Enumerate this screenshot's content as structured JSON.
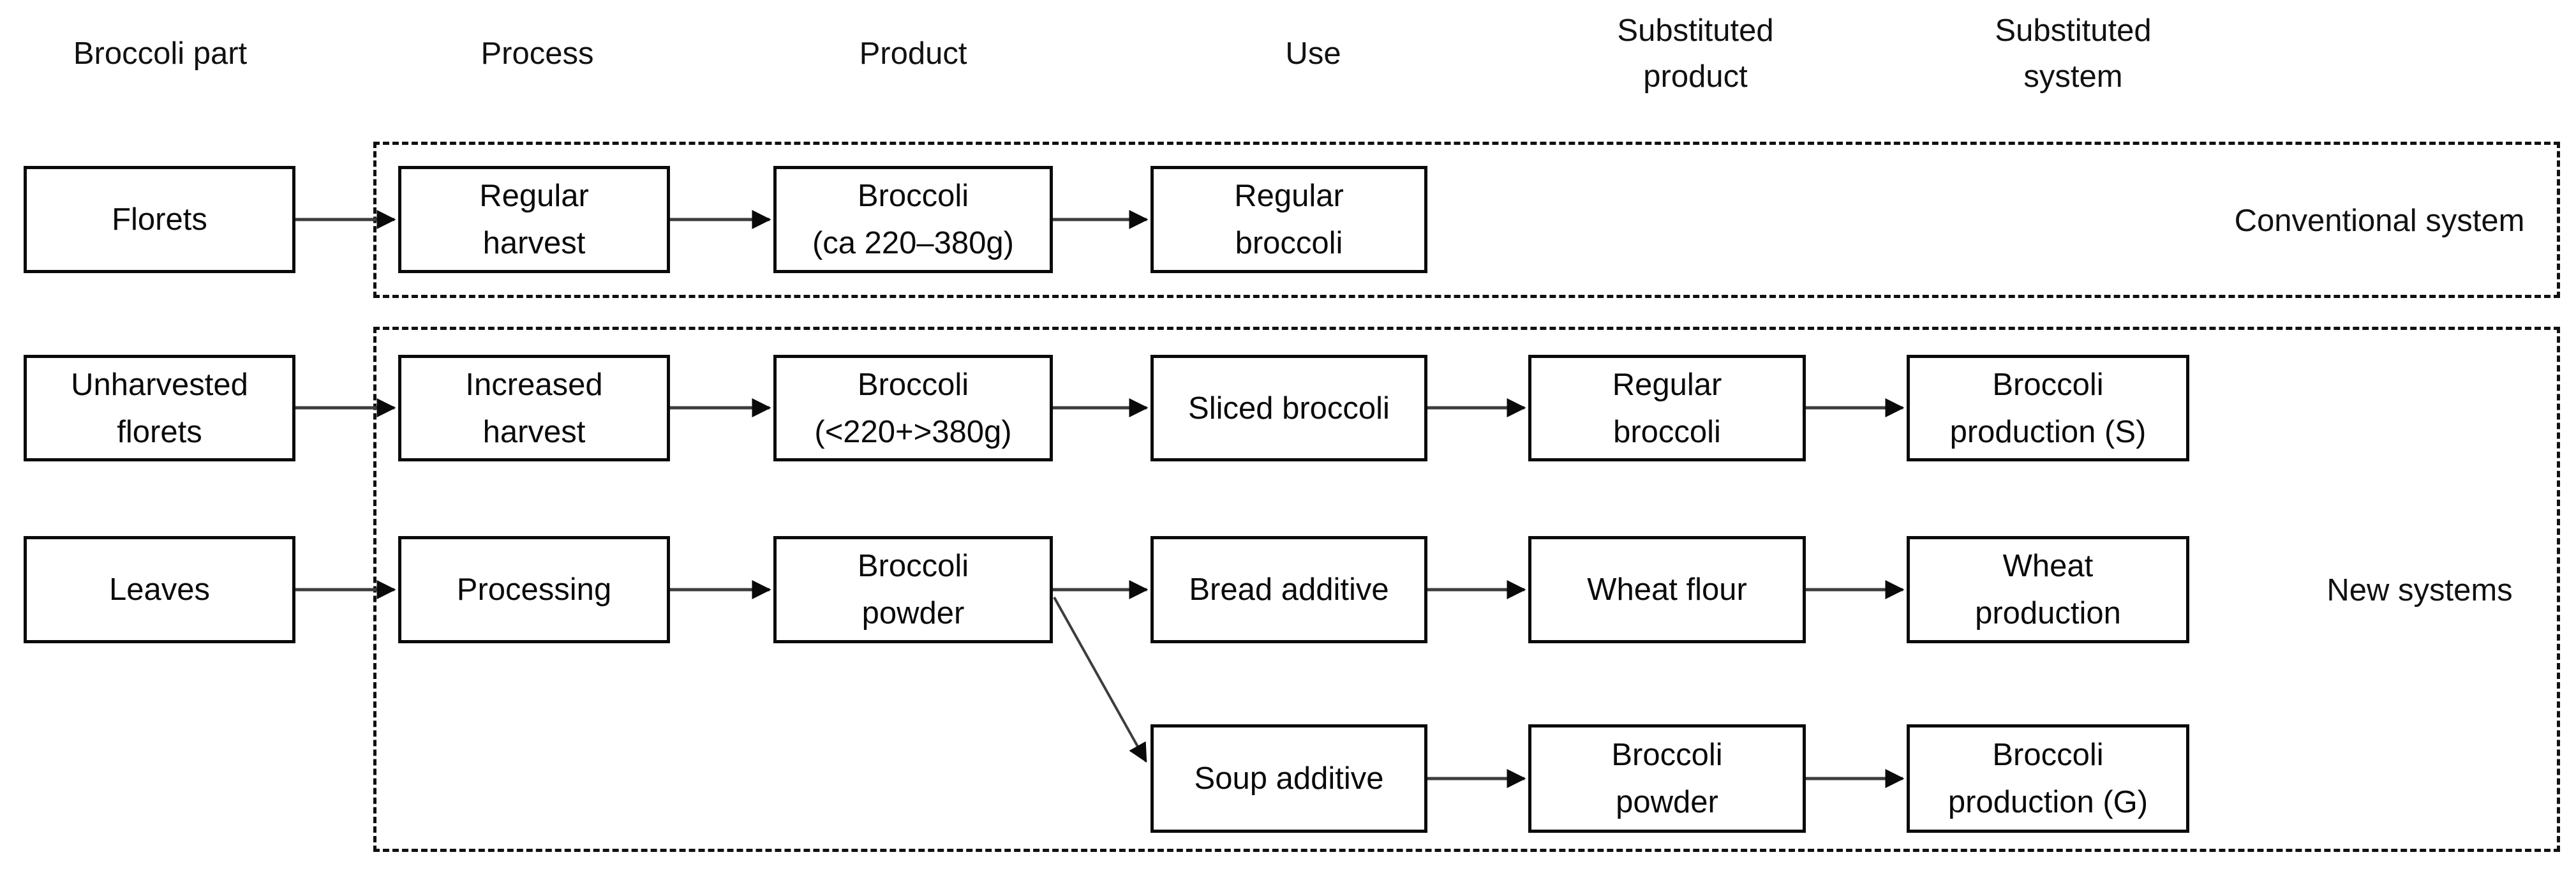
{
  "columns": [
    {
      "label": "Broccoli part"
    },
    {
      "label": "Process"
    },
    {
      "label": "Product"
    },
    {
      "label": "Use"
    },
    {
      "label": "Substituted\nproduct"
    },
    {
      "label": "Substituted\nsystem"
    }
  ],
  "groups": [
    {
      "label": "Conventional system"
    },
    {
      "label": "New systems"
    }
  ],
  "rows": [
    {
      "name": "conventional",
      "boxes": [
        {
          "id": "florets",
          "label": "Florets"
        },
        {
          "id": "regular-harvest",
          "label": "Regular\nharvest"
        },
        {
          "id": "broccoli-ca-220-380g",
          "label": "Broccoli\n(ca 220–380g)"
        },
        {
          "id": "regular-broccoli-use",
          "label": "Regular\nbroccoli"
        }
      ]
    },
    {
      "name": "new-sliced",
      "boxes": [
        {
          "id": "unharvested-florets",
          "label": "Unharvested\nflorets"
        },
        {
          "id": "increased-harvest",
          "label": "Increased\nharvest"
        },
        {
          "id": "broccoli-under220-over380g",
          "label": "Broccoli\n(<220+>380g)"
        },
        {
          "id": "sliced-broccoli",
          "label": "Sliced broccoli"
        },
        {
          "id": "regular-broccoli-substituted",
          "label": "Regular\nbroccoli"
        },
        {
          "id": "broccoli-production-s",
          "label": "Broccoli\nproduction (S)"
        }
      ]
    },
    {
      "name": "new-bread",
      "boxes": [
        {
          "id": "leaves",
          "label": "Leaves"
        },
        {
          "id": "processing",
          "label": "Processing"
        },
        {
          "id": "broccoli-powder-product",
          "label": "Broccoli\npowder"
        },
        {
          "id": "bread-additive",
          "label": "Bread additive"
        },
        {
          "id": "wheat-flour",
          "label": "Wheat flour"
        },
        {
          "id": "wheat-production",
          "label": "Wheat\nproduction"
        }
      ]
    },
    {
      "name": "new-soup",
      "boxes": [
        {
          "id": "soup-additive",
          "label": "Soup additive"
        },
        {
          "id": "broccoli-powder-substituted",
          "label": "Broccoli\npowder"
        },
        {
          "id": "broccoli-production-g",
          "label": "Broccoli\nproduction (G)"
        }
      ]
    }
  ]
}
